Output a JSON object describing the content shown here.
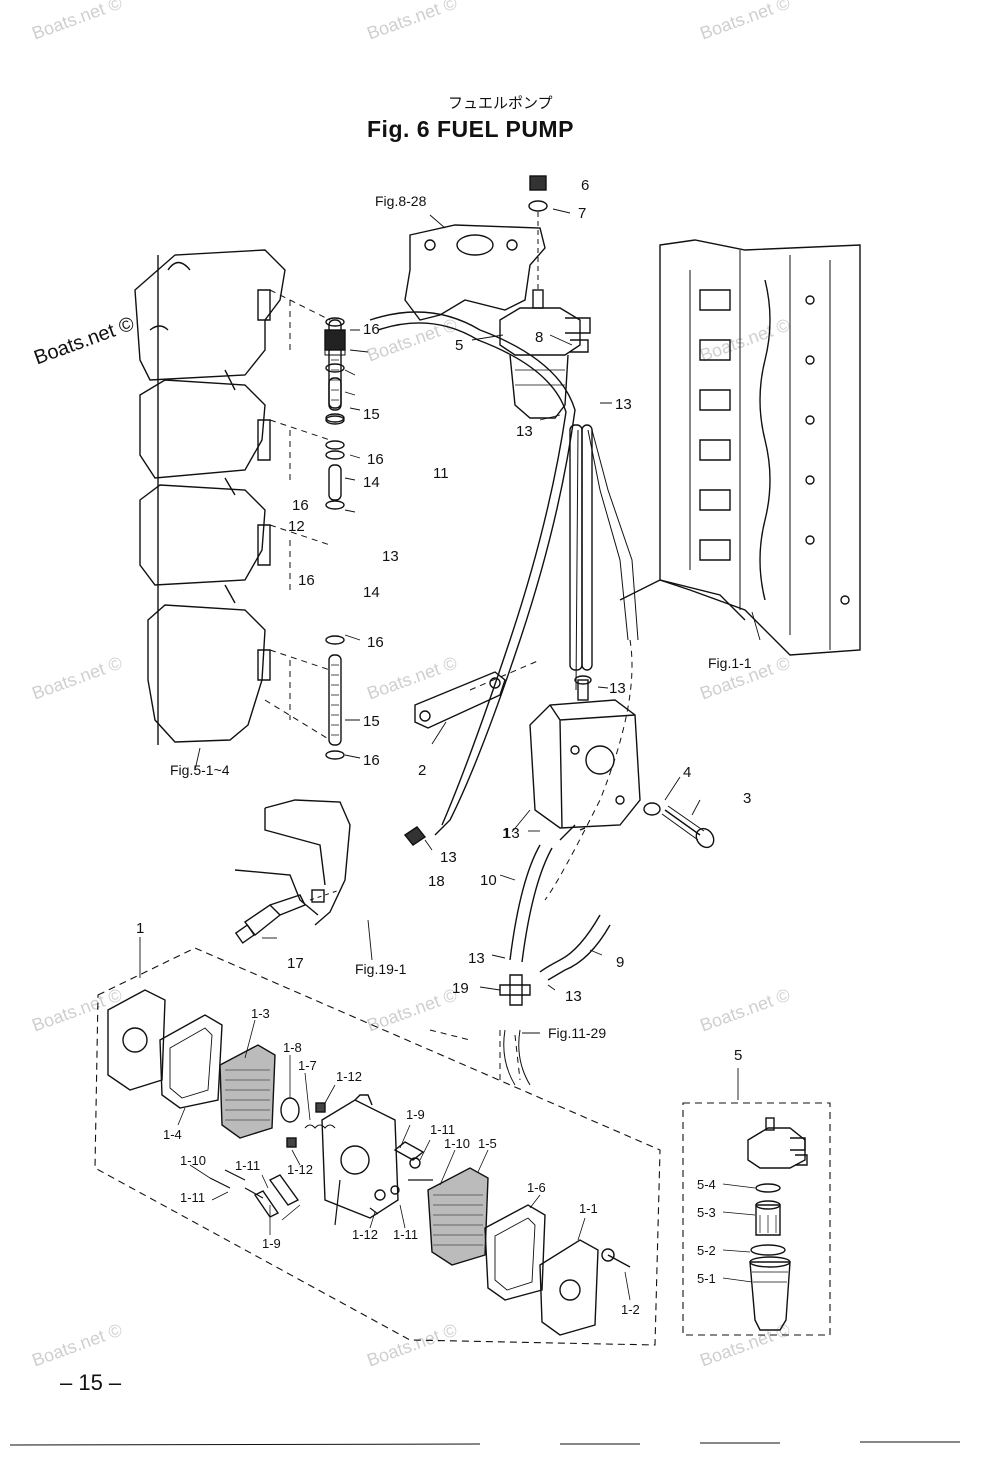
{
  "header": {
    "title_jp": "フュエルポンプ",
    "title_en": "Fig. 6    FUEL PUMP"
  },
  "watermarks": {
    "text": "Boats.net ©",
    "main": "Boats.net ©"
  },
  "references": {
    "fig8_28": "Fig.8-28",
    "fig1_1": "Fig.1-1",
    "fig5_1_4": "Fig.5-1~4",
    "fig19_1": "Fig.19-1",
    "fig11_29": "Fig.11-29"
  },
  "callouts": {
    "c6": "6",
    "c7": "7",
    "c5": "5",
    "c13_a": "13",
    "c13_b": "13",
    "c16_a": "16",
    "c15_a": "15",
    "c16_b": "16",
    "c14_a": "14",
    "c16_c": "16",
    "c12": "12",
    "c13_c": "13",
    "c16_d": "16",
    "c14_b": "14",
    "c16_e": "16",
    "c15_b": "15",
    "c16_f": "16",
    "c11": "11",
    "c8": "8",
    "c13_d": "13",
    "c2": "2",
    "c1": "1",
    "c4": "4",
    "c3": "3",
    "c13_e": "13",
    "c13_f": "13",
    "c18": "18",
    "c10": "10",
    "c17": "17",
    "c13_g": "13",
    "c19": "19",
    "c13_h": "13",
    "c9": "9"
  },
  "exploded_pump": {
    "group": "1",
    "parts": {
      "p1_3": "1-3",
      "p1_8": "1-8",
      "p1_7": "1-7",
      "p1_12a": "1-12",
      "p1_4": "1-4",
      "p1_12b": "1-12",
      "p1_9a": "1-9",
      "p1_11a": "1-11",
      "p1_10a": "1-10",
      "p1_5": "1-5",
      "p1_10b": "1-10",
      "p1_11b": "1-11",
      "p1_11c": "1-11",
      "p1_9b": "1-9",
      "p1_12c": "1-12",
      "p1_11d": "1-11",
      "p1_6": "1-6",
      "p1_1": "1-1",
      "p1_2": "1-2"
    }
  },
  "filter_inset": {
    "group": "5",
    "parts": {
      "p5_4": "5-4",
      "p5_3": "5-3",
      "p5_2": "5-2",
      "p5_1": "5-1"
    }
  },
  "footer": {
    "page": "– 15 –"
  }
}
